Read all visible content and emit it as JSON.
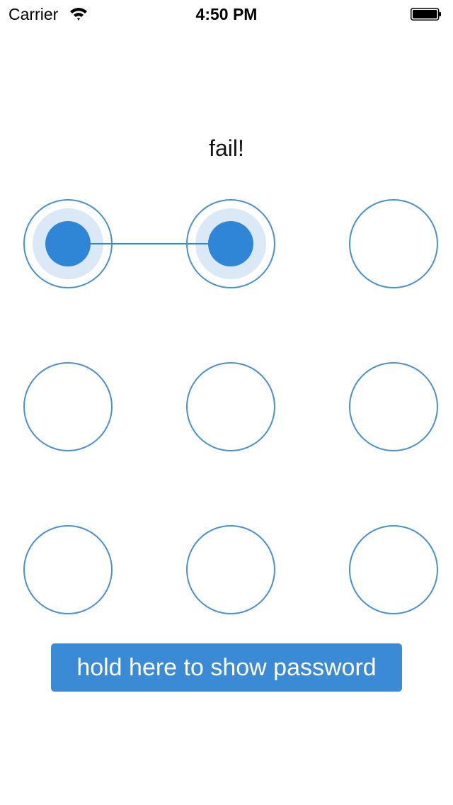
{
  "status_bar": {
    "carrier": "Carrier",
    "time": "4:50 PM",
    "wifi_icon": "wifi-icon",
    "battery_icon": "battery-icon"
  },
  "message": "fail!",
  "pattern": {
    "rows": 3,
    "columns": 3,
    "selected": [
      1,
      2
    ],
    "colors": {
      "ring": "#4a90d0",
      "halo": "#dbe9f6",
      "dot": "#2f86d6",
      "line": "#2f86d6"
    }
  },
  "reveal_button": {
    "label": "hold here to show password",
    "color": "#3a8ad6"
  }
}
